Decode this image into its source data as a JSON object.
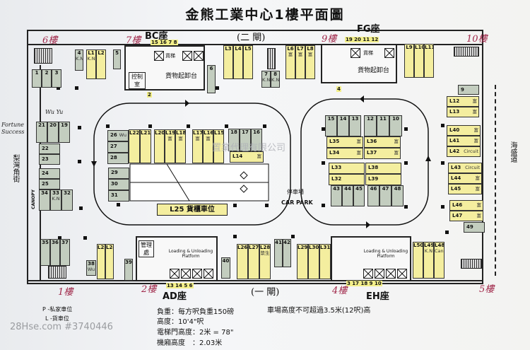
{
  "title": "金熊工業中心1樓平面圖",
  "blocks": {
    "bc": {
      "name": "BC座",
      "rooms": [
        "控制室",
        "貨物起卸台"
      ],
      "lift_label": "貨梯",
      "numbers": "15  16  7  8",
      "below_number": "2"
    },
    "fg": {
      "name": "FG座",
      "rooms": [
        "貨物起卸台"
      ],
      "lift_label": "貨梯",
      "numbers": "19  20  11  12",
      "below_number": "4"
    },
    "ad": {
      "name": "AD座",
      "rooms": [
        "管理處",
        "Loading & Unloading Platform"
      ],
      "numbers": "13  14  5  6"
    },
    "eh": {
      "name": "EH座",
      "rooms": [
        "Loading & Unloading Platform"
      ],
      "numbers": "3  17  18  9  10"
    }
  },
  "gates": {
    "top": "(二 閘)",
    "bottom": "(一 閘)"
  },
  "handwritten": {
    "floor_6": "6樓",
    "floor_7": "7樓",
    "floor_9": "9樓",
    "floor_10": "10樓",
    "floor_1": "1樓",
    "floor_2": "2樓",
    "floor_4": "4樓",
    "floor_5": "5樓",
    "fortune": "Fortune Success",
    "wu_yu": "Wu Yu"
  },
  "streets": {
    "left": "梨灣角街",
    "right": "海盛道"
  },
  "canopy": "CANOPY",
  "car_park": {
    "zh": "停車場",
    "en": "CAR PARK"
  },
  "l25": "L25  貨櫃車位",
  "watermark_center": "置業代理有限公司",
  "watermark_bottom": "28Hse.com #3740446",
  "legend": {
    "private": "P -私家車位",
    "lorry": "L -貨車位"
  },
  "specs": {
    "load": "負重：每方呎負重150磅",
    "height": "高度：10'4\"呎",
    "lift_door": "電梯門高度：2米 = 78\"",
    "cabin": "機廂高度　：2.03米",
    "carpark_limit": "車場高度不可超過3.5米(12呎)高"
  },
  "colors": {
    "private_stall": "#c3cdbf",
    "lorry_stall": "#f4ee9f",
    "handwriting": "#a0284a"
  },
  "stalls": {
    "p_1_3": [
      {
        "id": "1"
      },
      {
        "id": "2"
      },
      {
        "id": "3"
      }
    ],
    "p_4": [
      {
        "id": "4",
        "note": "K.N"
      }
    ],
    "l_1_2": [
      {
        "id": "L1",
        "note": "K.N"
      },
      {
        "id": "L2"
      }
    ],
    "p_5": [
      {
        "id": "5"
      }
    ],
    "p_6": [
      {
        "id": "6"
      }
    ],
    "l_3_5": [
      {
        "id": "L3"
      },
      {
        "id": "L4"
      },
      {
        "id": "L5"
      }
    ],
    "p_7_8": [
      {
        "id": "7",
        "note": "K.N"
      },
      {
        "id": "8",
        "note": "K.N"
      }
    ],
    "l_6_8": [
      {
        "id": "L6",
        "note": "富"
      },
      {
        "id": "L7",
        "note": "富"
      },
      {
        "id": "L8",
        "note": "富"
      }
    ],
    "l_9_11": [
      {
        "id": "L9"
      },
      {
        "id": "L10"
      },
      {
        "id": "L11"
      }
    ],
    "p_9": [
      {
        "id": "9"
      }
    ],
    "l_12_13": [
      {
        "id": "L12",
        "note": "富"
      },
      {
        "id": "L13",
        "note": "富"
      }
    ],
    "l_40_42": [
      {
        "id": "L40",
        "note": "富"
      },
      {
        "id": "L41",
        "note": "富"
      },
      {
        "id": "L42",
        "note": "Circuit"
      }
    ],
    "l_43_45": [
      {
        "id": "L43",
        "note": "Circuit"
      },
      {
        "id": "L44",
        "note": "富"
      },
      {
        "id": "L45",
        "note": "富"
      }
    ],
    "l_46_47": [
      {
        "id": "L46",
        "note": "富"
      },
      {
        "id": "L47",
        "note": "富"
      }
    ],
    "p_49": [
      {
        "id": "49"
      }
    ],
    "p_21_19": [
      {
        "id": "21"
      },
      {
        "id": "20"
      },
      {
        "id": "19"
      }
    ],
    "p_22_23": [
      {
        "id": "22"
      },
      {
        "id": "23"
      }
    ],
    "p_24_25": [
      {
        "id": "24"
      },
      {
        "id": "25"
      }
    ],
    "p_34_32": [
      {
        "id": "34"
      },
      {
        "id": "33",
        "note": "K.N"
      },
      {
        "id": "32"
      }
    ],
    "p_26_28": [
      {
        "id": "26",
        "note": "Wu"
      },
      {
        "id": "27"
      },
      {
        "id": "28"
      }
    ],
    "l_22_21": [
      {
        "id": "L22"
      },
      {
        "id": "L21"
      }
    ],
    "l_20_18": [
      {
        "id": "L20"
      },
      {
        "id": "L19",
        "note": "富"
      },
      {
        "id": "L18",
        "note": "富"
      }
    ],
    "l_17_15": [
      {
        "id": "L17",
        "note": "富"
      },
      {
        "id": "L16",
        "note": "富"
      },
      {
        "id": "L15"
      }
    ],
    "p_18_16": [
      {
        "id": "18"
      },
      {
        "id": "17"
      },
      {
        "id": "16"
      }
    ],
    "l_14": [
      {
        "id": "L14",
        "note": "富"
      }
    ],
    "p_29_31": [
      {
        "id": "29"
      },
      {
        "id": "30"
      },
      {
        "id": "31"
      }
    ],
    "p_15_13": [
      {
        "id": "15"
      },
      {
        "id": "14"
      },
      {
        "id": "13"
      }
    ],
    "p_12_10": [
      {
        "id": "12"
      },
      {
        "id": "11"
      },
      {
        "id": "10"
      }
    ],
    "l_35_34": [
      {
        "id": "L35",
        "note": "富"
      },
      {
        "id": "L34",
        "note": "富"
      }
    ],
    "l_36_37": [
      {
        "id": "L36",
        "note": "富"
      },
      {
        "id": "L37",
        "note": "富"
      }
    ],
    "l_33_32": [
      {
        "id": "L33"
      },
      {
        "id": "L32"
      }
    ],
    "l_38_39": [
      {
        "id": "L38"
      },
      {
        "id": "L39"
      }
    ],
    "p_43_45": [
      {
        "id": "43"
      },
      {
        "id": "44"
      },
      {
        "id": "45"
      }
    ],
    "p_46_48": [
      {
        "id": "46"
      },
      {
        "id": "47"
      },
      {
        "id": "48"
      }
    ],
    "p_35_37": [
      {
        "id": "35"
      },
      {
        "id": "36"
      },
      {
        "id": "37"
      }
    ],
    "p_38": [
      {
        "id": "38",
        "note": "Wu"
      }
    ],
    "l_23_24": [
      {
        "id": "L23"
      },
      {
        "id": "L24"
      }
    ],
    "p_39": [
      {
        "id": "39"
      }
    ],
    "p_40": [
      {
        "id": "40"
      }
    ],
    "l_26_28": [
      {
        "id": "L26"
      },
      {
        "id": "L27"
      },
      {
        "id": "L28",
        "note": "漿生"
      }
    ],
    "p_41_42": [
      {
        "id": "41"
      },
      {
        "id": "42"
      }
    ],
    "l_29_31": [
      {
        "id": "L29"
      },
      {
        "id": "L30"
      },
      {
        "id": "L31"
      }
    ],
    "l_50_48": [
      {
        "id": "L50"
      },
      {
        "id": "L49",
        "note": "K.N"
      },
      {
        "id": "L48",
        "note": "Canaan"
      }
    ]
  }
}
